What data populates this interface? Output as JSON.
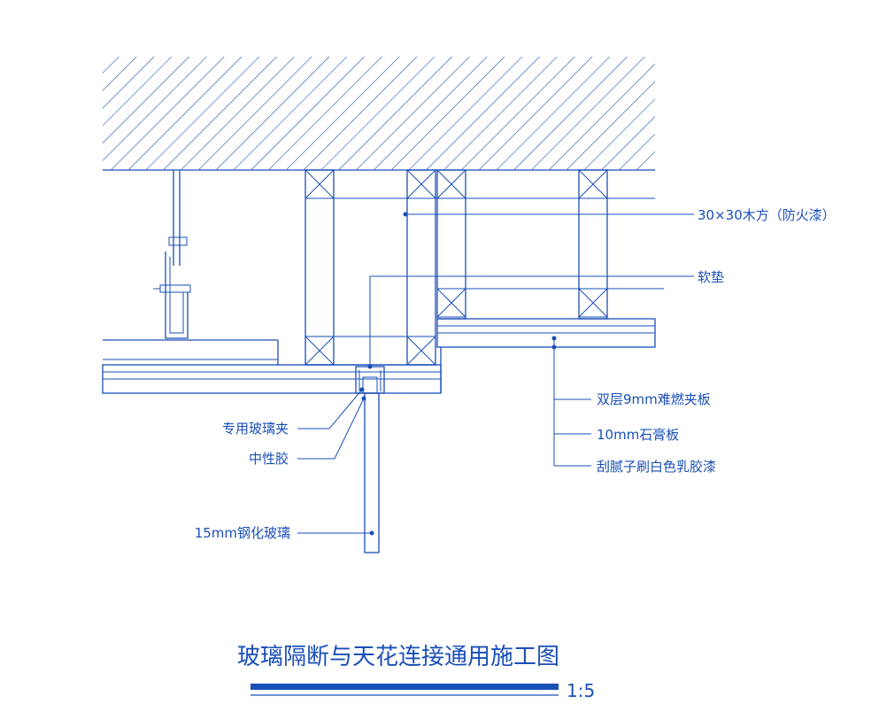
{
  "drawing": {
    "title": "玻璃隔断与天花连接通用施工图",
    "scale": "1:5",
    "line_color": "#1a4fb8"
  },
  "labels": {
    "wood": "30×30木方（防火漆）",
    "soft_pad": "软垫",
    "double_board": "双层9mm难燃夹板",
    "gypsum": "10mm石膏板",
    "paint": "刮腻子刷白色乳胶漆",
    "clip": "专用玻璃夹",
    "glue": "中性胶",
    "glass": "15mm钢化玻璃"
  }
}
